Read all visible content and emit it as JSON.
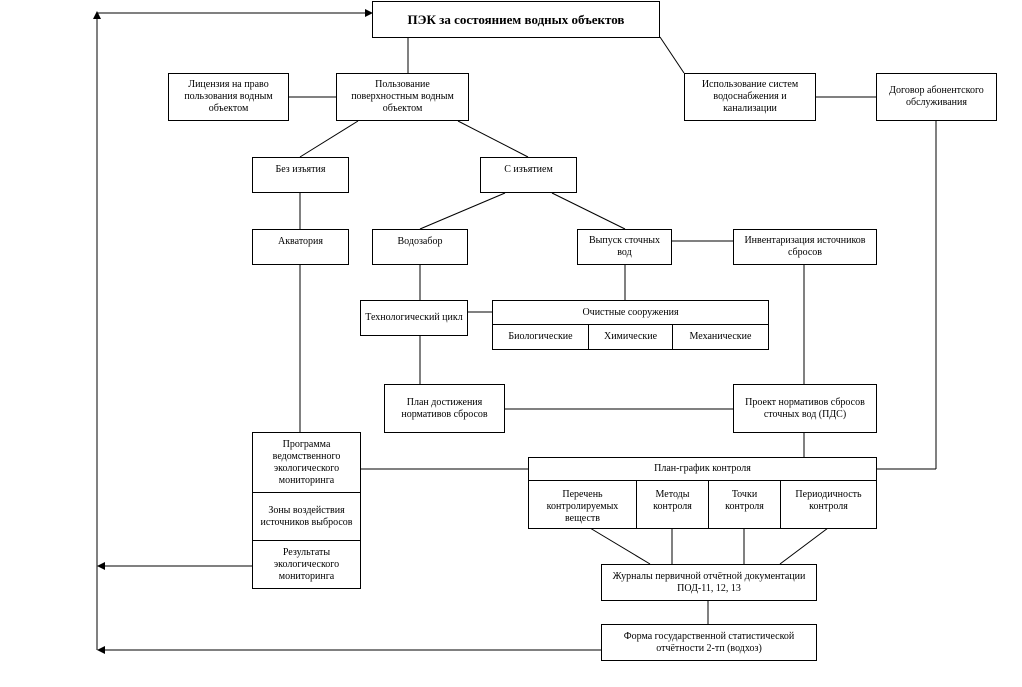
{
  "nodes": {
    "pek": "ПЭК за состоянием водных объектов",
    "license": "Лицензия на право пользования водным объектом",
    "surface_use": "Пользование поверхностным водным объектом",
    "systems_use": "Использование систем водоснабжения и канализации",
    "contract": "Договор абонентского обслуживания",
    "no_withdrawal": "Без изъятия",
    "with_withdrawal": "С изъятием",
    "aquatory": "Акватория",
    "water_intake": "Водозабор",
    "wastewater_release": "Выпуск сточных вод",
    "inventory": "Инвентаризация источников сбросов",
    "tech_cycle": "Технологический цикл",
    "treatment": {
      "title": "Очистные сооружения",
      "items": [
        "Биологические",
        "Химические",
        "Механические"
      ]
    },
    "achievement_plan": "План достижения нормативов сбросов",
    "pds_project": "Проект нормативов сбросов сточных вод (ПДС)",
    "program": {
      "title": "Программа ведомственного экологического мониторинга",
      "zones": "Зоны воздействия источников выбросов",
      "results": "Результаты экологического мониторинга"
    },
    "schedule": {
      "title": "План-график контроля",
      "items": [
        "Перечень контролируемых веществ",
        "Методы контроля",
        "Точки контроля",
        "Периодичность контроля"
      ]
    },
    "journals": "Журналы первичной отчётной документации ПОД-11, 12, 13",
    "stat_form": "Форма государственной статистической отчётности 2-тп (водхоз)"
  }
}
